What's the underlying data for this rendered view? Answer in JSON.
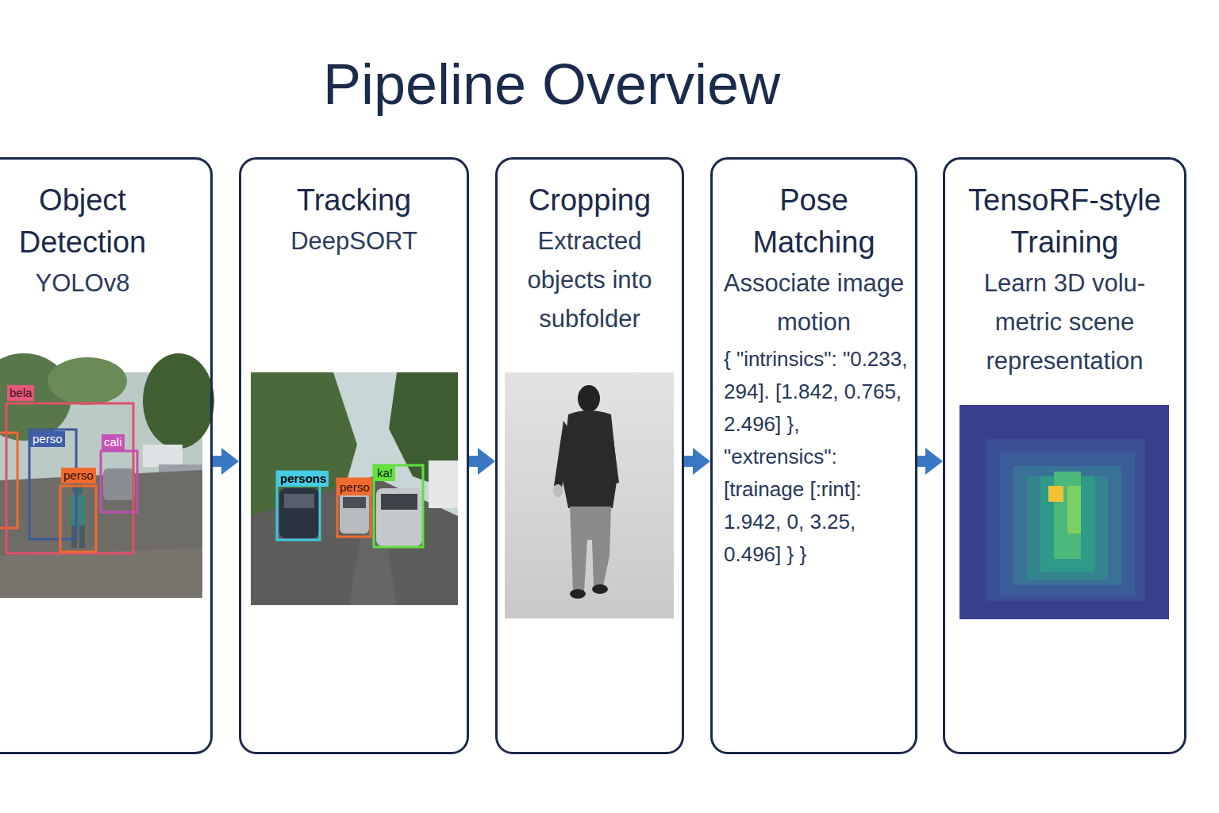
{
  "diagram": {
    "title": "Pipeline Overview",
    "nodes": [
      {
        "text": [
          "Object Detection",
          "YOLOv8"
        ]
      },
      {
        "text": [
          "Tracking",
          "DeepSORT"
        ]
      },
      {
        "text": [
          "Cropping",
          "Extracted objects into subfolder"
        ]
      },
      {
        "text": [
          "Pose Matching",
          "Associate image motion",
          "{ \"intrinsics\": \"0.233, 294]. [1.842, 0.765, 2.496] }, \"extrensics\": [trainage [:rint]: 1.942, 0, 3.25, 0.496] } }"
        ]
      },
      {
        "text": [
          "TensoRF-style Training",
          "Learn 3D volu- metric scene representation"
        ]
      }
    ],
    "edges": [
      {
        "from": 0,
        "to": 1,
        "arrow": "to"
      },
      {
        "from": 1,
        "to": 2,
        "arrow": "to"
      },
      {
        "from": 2,
        "to": 3,
        "arrow": "to"
      },
      {
        "from": 3,
        "to": 4,
        "arrow": "to"
      }
    ],
    "labels": [
      "bela",
      "perso",
      "cali",
      "perso",
      "persons",
      "perso",
      "ka!"
    ]
  }
}
